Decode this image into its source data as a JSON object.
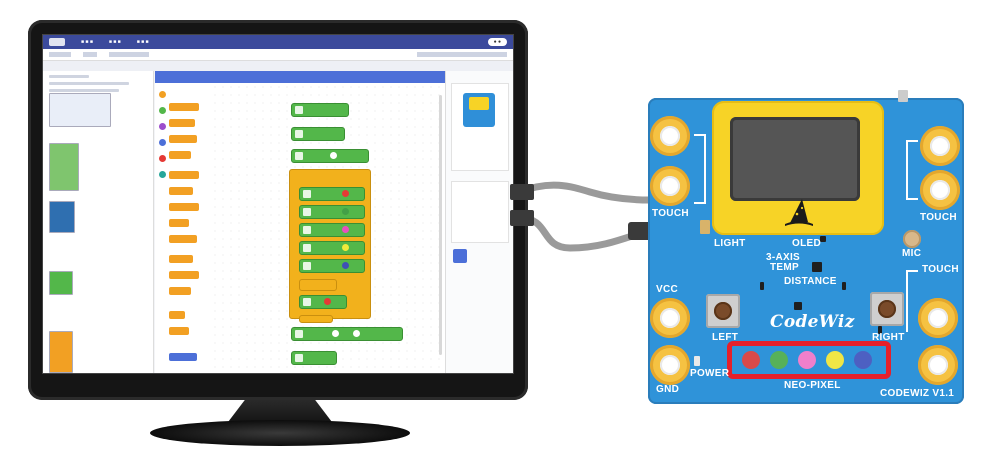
{
  "board": {
    "labels": {
      "touch_left": "TOUCH",
      "touch_right_top": "TOUCH",
      "touch_right_bottom": "TOUCH",
      "light": "LIGHT",
      "oled": "OLED",
      "mic": "MIC",
      "axis_temp_line1": "3-AXIS",
      "axis_temp_line2": "TEMP",
      "distance": "DISTANCE",
      "vcc": "VCC",
      "gnd": "GND",
      "left": "LEFT",
      "right": "RIGHT",
      "power": "POWER",
      "neo_pixel": "NEO-PIXEL",
      "brand": "CodeWiz",
      "version": "CODEWIZ V1.1"
    },
    "neo_pixel_colors": [
      "#e53935",
      "#43a047",
      "#f06cc0",
      "#f2ea3a",
      "#3f51b5"
    ],
    "highlight_color": "#e5202b",
    "board_color": "#2f93d9",
    "oled_frame_color": "#f7d326"
  },
  "screen": {
    "icons": [
      "logo-icon",
      "run-icon",
      "stop-icon",
      "category-dot-icon"
    ]
  }
}
